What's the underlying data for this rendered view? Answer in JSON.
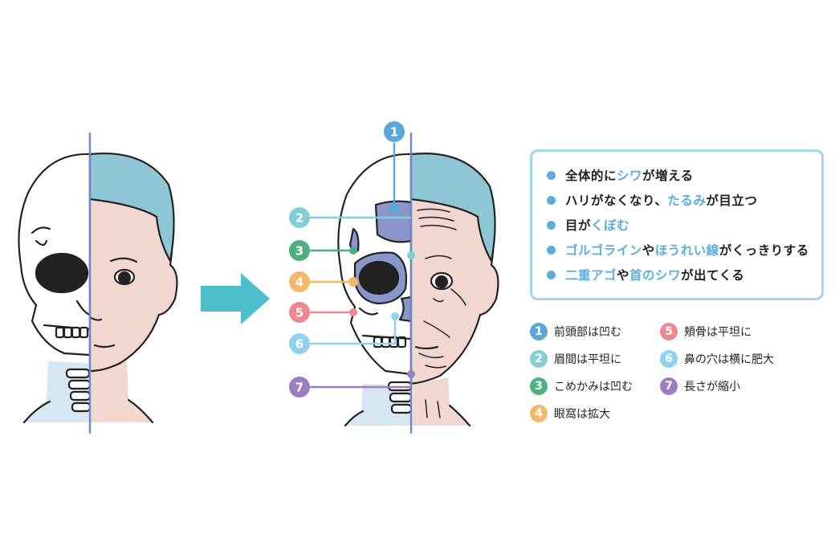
{
  "colors": {
    "c1": "#5aa8da",
    "c2": "#83ced4",
    "c3": "#4cb081",
    "c4": "#f4b86b",
    "c5": "#ee8890",
    "c6": "#91d1ee",
    "c7": "#9a7fc0",
    "highlight": "#5aaedd",
    "panel_border": "#9fd6e8",
    "arrow": "#4dbfcc",
    "hair": "#8fc6d6",
    "skin": "#f2d7d1",
    "bone_shade": "#8a96c9"
  },
  "changes_panel": {
    "items": [
      {
        "parts": [
          "全体的に",
          "シワ",
          "が増える"
        ]
      },
      {
        "parts": [
          "ハリがなくなり、",
          "たるみ",
          "が目立つ"
        ]
      },
      {
        "parts": [
          "目が",
          "くぼむ",
          ""
        ]
      },
      {
        "parts": [
          "",
          "ゴルゴライン",
          "や",
          "ほうれい線",
          "がくっきりする"
        ]
      },
      {
        "parts": [
          "",
          "二重アゴ",
          "や",
          "首のシワ",
          "が出てくる"
        ]
      }
    ]
  },
  "legend": [
    {
      "num": "1",
      "text": "前頭部は凹む"
    },
    {
      "num": "2",
      "text": "眉間は平坦に"
    },
    {
      "num": "3",
      "text": "こめかみは凹む"
    },
    {
      "num": "4",
      "text": "眼窩は拡大"
    },
    {
      "num": "5",
      "text": "頬骨は平坦に"
    },
    {
      "num": "6",
      "text": "鼻の穴は横に肥大"
    },
    {
      "num": "7",
      "text": "長さが縮小"
    }
  ],
  "callouts": [
    "1",
    "2",
    "3",
    "4",
    "5",
    "6",
    "7"
  ],
  "icons": {
    "arrow": "right-arrow-icon"
  }
}
